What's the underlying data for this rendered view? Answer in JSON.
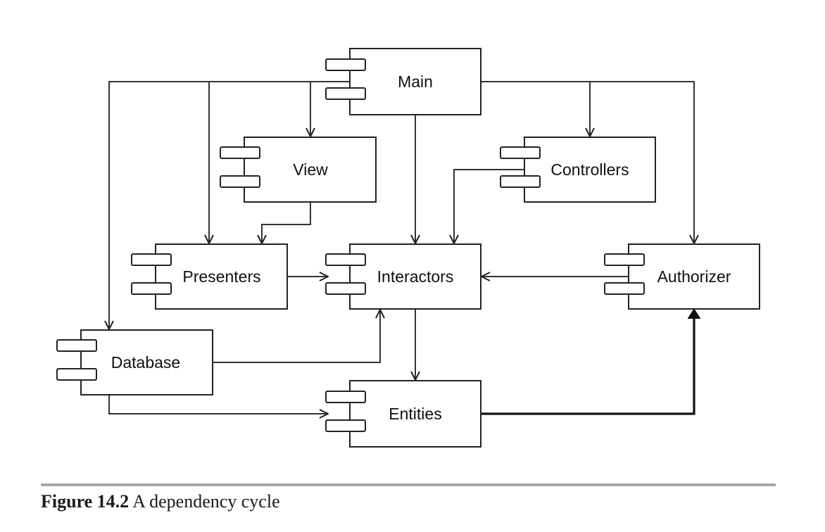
{
  "diagram": {
    "type": "uml-component-dependency",
    "components": [
      {
        "id": "main",
        "label": "Main"
      },
      {
        "id": "view",
        "label": "View"
      },
      {
        "id": "controllers",
        "label": "Controllers"
      },
      {
        "id": "presenters",
        "label": "Presenters"
      },
      {
        "id": "interactors",
        "label": "Interactors"
      },
      {
        "id": "authorizer",
        "label": "Authorizer"
      },
      {
        "id": "database",
        "label": "Database"
      },
      {
        "id": "entities",
        "label": "Entities"
      }
    ],
    "dependencies": [
      {
        "from": "main",
        "to": "database"
      },
      {
        "from": "main",
        "to": "presenters"
      },
      {
        "from": "main",
        "to": "view"
      },
      {
        "from": "main",
        "to": "interactors"
      },
      {
        "from": "main",
        "to": "controllers"
      },
      {
        "from": "main",
        "to": "authorizer"
      },
      {
        "from": "view",
        "to": "presenters"
      },
      {
        "from": "controllers",
        "to": "interactors"
      },
      {
        "from": "presenters",
        "to": "interactors"
      },
      {
        "from": "authorizer",
        "to": "interactors"
      },
      {
        "from": "database",
        "to": "interactors"
      },
      {
        "from": "database",
        "to": "entities"
      },
      {
        "from": "interactors",
        "to": "entities"
      },
      {
        "from": "entities",
        "to": "authorizer",
        "emphasized": true
      }
    ]
  },
  "caption": {
    "number": "Figure 14.2",
    "text": "A dependency cycle"
  }
}
